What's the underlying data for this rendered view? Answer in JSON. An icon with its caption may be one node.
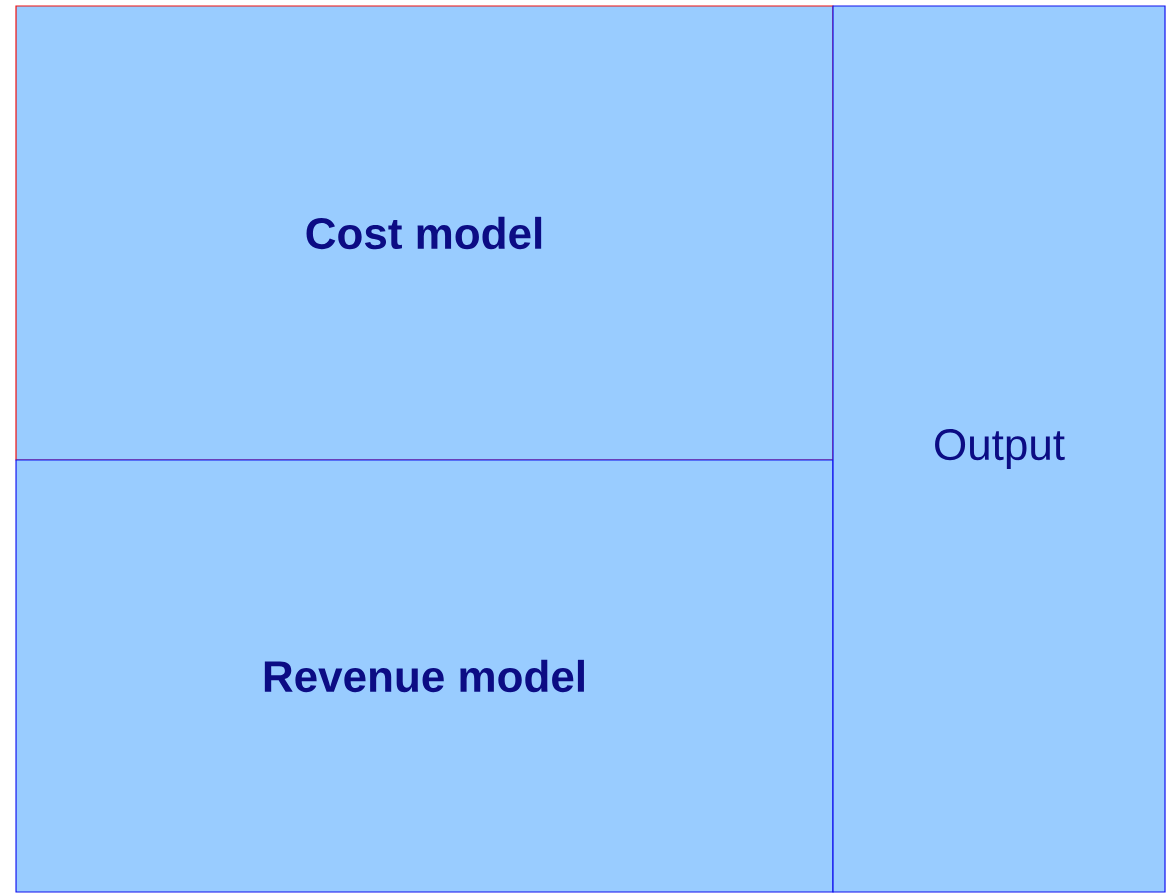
{
  "diagram": {
    "nodes": [
      {
        "text": [
          "Cost model"
        ]
      },
      {
        "text": [
          "Revenue model"
        ]
      },
      {
        "text": [
          "Output"
        ]
      }
    ]
  }
}
